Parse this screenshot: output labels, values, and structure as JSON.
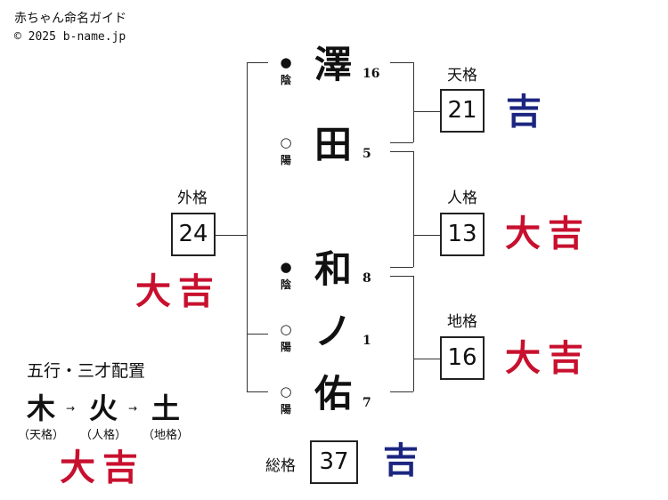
{
  "header": {
    "title": "赤ちゃん命名ガイド",
    "copyright": "© 2025 b-name.jp"
  },
  "name_chars": [
    {
      "char": "澤",
      "marker": "●",
      "yinyang": "陰",
      "strokes": "16"
    },
    {
      "char": "田",
      "marker": "○",
      "yinyang": "陽",
      "strokes": "5"
    },
    {
      "char": "和",
      "marker": "●",
      "yinyang": "陰",
      "strokes": "8"
    },
    {
      "char": "ノ",
      "marker": "○",
      "yinyang": "陽",
      "strokes": "1"
    },
    {
      "char": "佑",
      "marker": "○",
      "yinyang": "陽",
      "strokes": "7"
    }
  ],
  "kaku": {
    "ten": {
      "label": "天格",
      "value": "21",
      "fortune": "吉"
    },
    "jin": {
      "label": "人格",
      "value": "13",
      "fortune": "大吉"
    },
    "chi": {
      "label": "地格",
      "value": "16",
      "fortune": "大吉"
    },
    "gai": {
      "label": "外格",
      "value": "24",
      "fortune": "大吉"
    },
    "so": {
      "label": "総格",
      "value": "37",
      "fortune": "吉"
    }
  },
  "gogyo": {
    "title": "五行・三才配置",
    "elements": [
      {
        "el": "木",
        "sub": "（天格）"
      },
      {
        "el": "火",
        "sub": "（人格）"
      },
      {
        "el": "土",
        "sub": "（地格）"
      }
    ],
    "arrow": "→",
    "fortune": "大吉"
  },
  "colors": {
    "daikichi": "#c8102e",
    "kichi": "#1c2680"
  }
}
